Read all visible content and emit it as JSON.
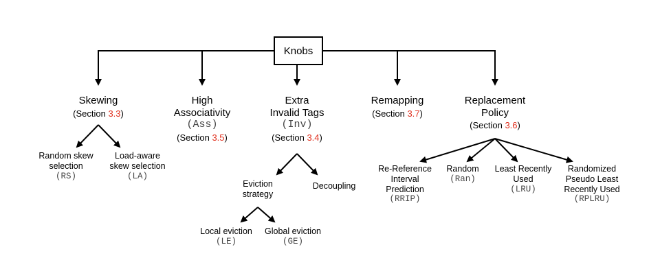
{
  "diagram": {
    "root": "Knobs",
    "branches": {
      "skewing": {
        "title": "Skewing",
        "section_prefix": "(Section ",
        "section_num": "3.3",
        "section_suffix": ")",
        "children": {
          "rs": {
            "line1": "Random skew",
            "line2": "selection",
            "code": "(RS)"
          },
          "la": {
            "line1": "Load-aware",
            "line2": "skew selection",
            "code": "(LA)"
          }
        }
      },
      "assoc": {
        "line1": "High",
        "line2": "Associativity",
        "code": "(Ass)",
        "section_prefix": "(Section ",
        "section_num": "3.5",
        "section_suffix": ")"
      },
      "inv": {
        "line1": "Extra",
        "line2": "Invalid Tags",
        "code": "(Inv)",
        "section_prefix": "(Section ",
        "section_num": "3.4",
        "section_suffix": ")",
        "children": {
          "eviction": {
            "line1": "Eviction",
            "line2": "strategy",
            "children": {
              "le": {
                "line1": "Local eviction",
                "code": "(LE)"
              },
              "ge": {
                "line1": "Global eviction",
                "code": "(GE)"
              }
            }
          },
          "decoupling": {
            "line1": "Decoupling"
          }
        }
      },
      "remap": {
        "title": "Remapping",
        "section_prefix": "(Section ",
        "section_num": "3.7",
        "section_suffix": ")"
      },
      "repl": {
        "line1": "Replacement",
        "line2": "Policy",
        "section_prefix": "(Section ",
        "section_num": "3.6",
        "section_suffix": ")",
        "children": {
          "rrip": {
            "line1": "Re-Reference",
            "line2": "Interval",
            "line3": "Prediction",
            "code": "(RRIP)"
          },
          "ran": {
            "line1": "Random",
            "code": "(Ran)"
          },
          "lru": {
            "line1": "Least Recently",
            "line2": "Used",
            "code": "(LRU)"
          },
          "rplru": {
            "line1": "Randomized",
            "line2": "Pseudo Least",
            "line3": "Recently Used",
            "code": "(RPLRU)"
          }
        }
      }
    },
    "accent_color": "#e0301e"
  }
}
